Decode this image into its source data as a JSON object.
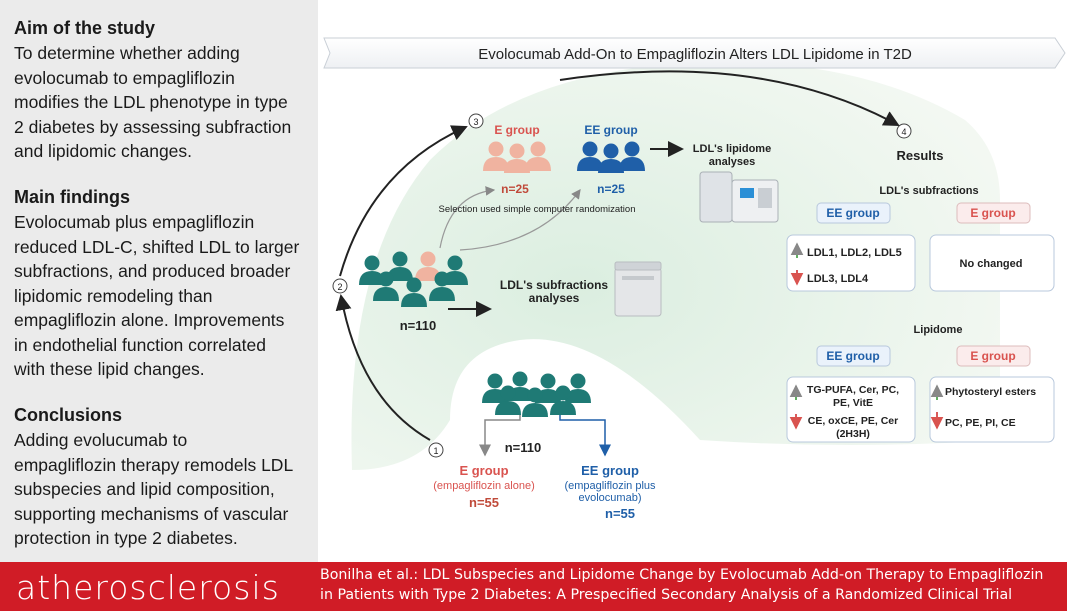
{
  "sidebar": {
    "aim": {
      "heading": "Aim of the study",
      "lines": [
        "To determine whether adding",
        "evolocumab to empagliflozin",
        "modifies the LDL phenotype in type",
        "2 diabetes by assessing subfraction",
        "and lipidomic changes."
      ]
    },
    "findings": {
      "heading": "Main findings",
      "lines": [
        "Evolocumab plus empagliflozin",
        "reduced LDL-C, shifted LDL to larger",
        "subfractions, and produced broader",
        "lipidomic remodeling than",
        "empagliflozin alone. Improvements",
        "in endothelial function correlated",
        "with these lipid changes."
      ]
    },
    "conclusions": {
      "heading": "Conclusions",
      "lines": [
        "Adding evolucumab to",
        "empagliflozin therapy remodels LDL",
        "subspecies and lipid composition,",
        "supporting mechanisms of vascular",
        "protection in type 2 diabetes."
      ]
    }
  },
  "diagram": {
    "title": "Evolocumab Add-On to Empagliflozin Alters LDL Lipidome in T2D",
    "step_numbers": [
      "1",
      "2",
      "3",
      "4"
    ],
    "start": {
      "n": "n=110",
      "e_label": "E group",
      "e_sub": "(empagliflozin alone)",
      "e_n": "n=55",
      "ee_label": "EE group",
      "ee_sub_1": "(empagliflozin plus",
      "ee_sub_2": "evolocumab)",
      "ee_n": "n=55"
    },
    "mid": {
      "n": "n=110",
      "subfractions_1": "LDL's subfractions",
      "subfractions_2": "analyses"
    },
    "selection": {
      "e_label": "E group",
      "e_n": "n=25",
      "ee_label": "EE group",
      "ee_n": "n=25",
      "randomization": "Selection used simple computer randomization",
      "lipidome_1": "LDL's lipidome",
      "lipidome_2": "analyses"
    },
    "results": {
      "heading": "Results",
      "subfractions_heading": "LDL's subfractions",
      "ee_label": "EE group",
      "e_label": "E group",
      "ee_sub_up": "LDL1, LDL2, LDL5",
      "ee_sub_down": "LDL3, LDL4",
      "e_sub": "No changed",
      "lipidome_heading": "Lipidome",
      "ee_lip_up_1": "TG-PUFA, Cer, PC,",
      "ee_lip_up_2": "PE, VitE",
      "ee_lip_down_1": "CE, oxCE, PE, Cer",
      "ee_lip_down_2": "(2H3H)",
      "e_lip_up": "Phytosteryl esters",
      "e_lip_down": "PC, PE, PI, CE"
    }
  },
  "footer": {
    "journal": "atherosclerosis",
    "citation_line1": "Bonilha et al.: LDL Subspecies and Lipidome Change by Evolocumab Add-on Therapy to Empagliflozin",
    "citation_line2": "in Patients with Type 2 Diabetes: A Prespecified Secondary Analysis of a Randomized Clinical Trial"
  },
  "colors": {
    "teal": "#1f7a75",
    "salmon": "#f0a48c",
    "blue": "#1f5fa8",
    "e_red": "#d9534f",
    "footer_red": "#d01c26",
    "green_up": "#3a9a3a",
    "red_down": "#d03030"
  }
}
